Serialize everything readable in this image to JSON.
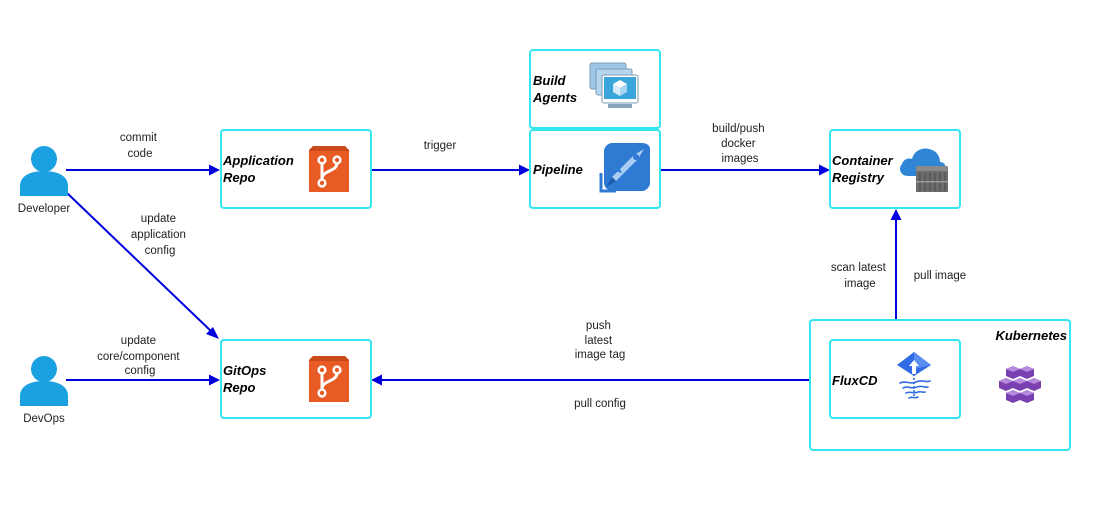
{
  "colors": {
    "box_stroke": "#33e6f0",
    "edge": "#0000dd",
    "person": "#1ba1e2",
    "git": "#e95b24",
    "pipeline": "#2f7bd4",
    "cloud": "#2f86d6",
    "flux": "#316ce6",
    "kubernetes": "#7a3fb0"
  },
  "actors": {
    "developer": "Developer",
    "devops": "DevOps"
  },
  "nodes": {
    "app_repo": [
      "Application",
      "Repo"
    ],
    "gitops_repo": [
      "GitOps",
      "Repo"
    ],
    "build_agents": [
      "Build",
      "Agents"
    ],
    "pipeline": [
      "Pipeline"
    ],
    "container_registry": [
      "Container",
      "Registry"
    ],
    "fluxcd": [
      "FluxCD"
    ],
    "kubernetes": [
      "Kubernetes"
    ]
  },
  "edges": {
    "commit_code": [
      "commit",
      "code"
    ],
    "update_app_config": [
      "update",
      "application",
      "config"
    ],
    "update_core_config": [
      "update",
      "core/component",
      "config"
    ],
    "trigger": [
      "trigger"
    ],
    "build_push": [
      "build/push",
      "docker",
      "images"
    ],
    "scan_latest": [
      "scan latest",
      "image"
    ],
    "pull_image": [
      "pull image"
    ],
    "push_latest_tag": [
      "push",
      "latest",
      "image tag"
    ],
    "pull_config": [
      "pull config"
    ]
  },
  "icons": {
    "person": "person-icon",
    "git": "git-repo-icon",
    "pipeline": "azure-pipelines-icon",
    "build_agents": "virtual-machines-icon",
    "registry": "container-registry-icon",
    "fluxcd": "fluxcd-icon",
    "kubernetes": "kubernetes-services-icon"
  }
}
